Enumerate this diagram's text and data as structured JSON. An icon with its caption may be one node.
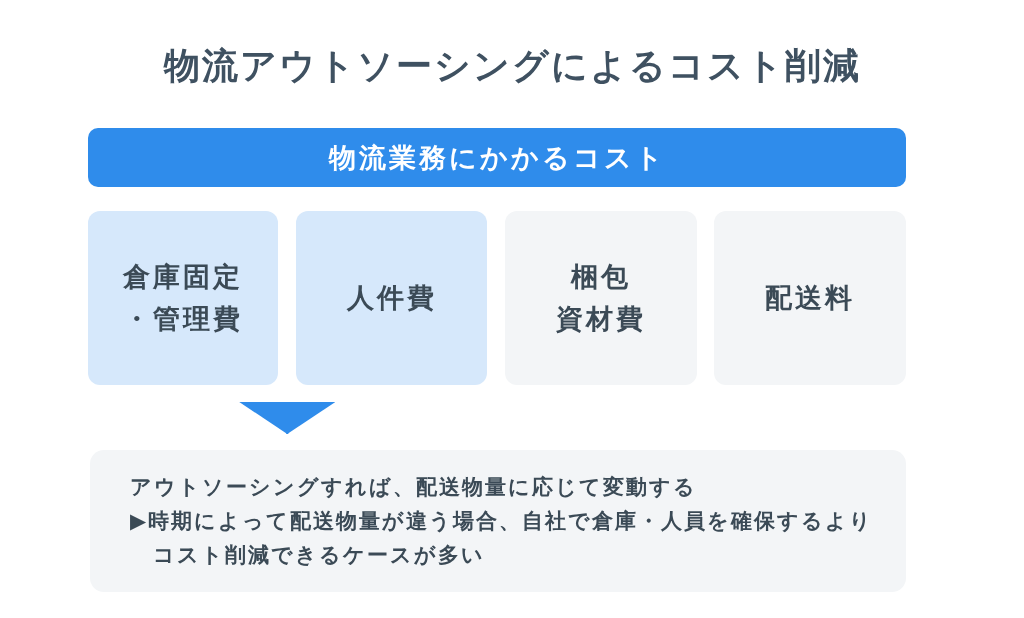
{
  "diagram": {
    "title": "物流アウトソーシングによるコスト削減",
    "nodes": [
      {
        "text": [
          "物流業務にかかるコスト"
        ]
      },
      {
        "text": [
          "倉庫固定・管理費"
        ]
      },
      {
        "text": [
          "人件費"
        ]
      },
      {
        "text": [
          "梱包資材費"
        ]
      },
      {
        "text": [
          "配送料"
        ]
      },
      {
        "text": [
          "アウトソーシングすれば、配送物量に応じて変動する",
          "▶時期によって配送物量が違う場合、自社で倉庫・人員を確保するよりコスト削減できるケースが多い"
        ]
      }
    ],
    "edges": [
      {
        "from": 1,
        "to": 5,
        "arrow": "to"
      },
      {
        "from": 2,
        "to": 5,
        "arrow": "to"
      }
    ]
  }
}
